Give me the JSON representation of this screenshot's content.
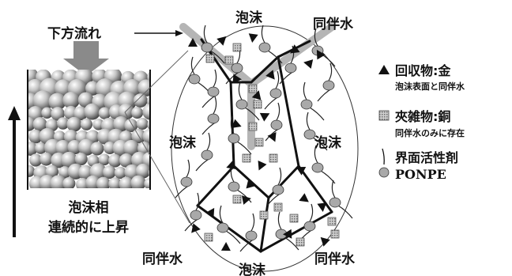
{
  "labels": {
    "downflow": "下方流れ",
    "foam_phase_line1": "泡沫相",
    "foam_phase_line2": "連続的に上昇",
    "foam_top": "泡沫",
    "foam_left": "泡沫",
    "foam_right": "泡沫",
    "foam_bottom": "泡沫",
    "water_top_right": "同伴水",
    "water_bottom_left": "同伴水",
    "water_bottom_right": "同伴水"
  },
  "legend": {
    "recovered_title": "回収物:金",
    "recovered_sub": "泡沫表面と同伴水",
    "impurity_title": "夾雑物:銅",
    "impurity_sub": "同伴水のみに存在",
    "surfactant_title": "界面活性剤",
    "surfactant_sub": "PONPE"
  },
  "colors": {
    "surfactant_head": "#a9a9a9",
    "impurity_fill": "#9a9a9a",
    "channel": "#b5b5b5",
    "arrow_fill": "#8a8a8a"
  },
  "icons": {
    "recovered": "black-triangle-icon",
    "impurity": "hatched-square-icon",
    "surfactant": "tail-head-icon"
  }
}
